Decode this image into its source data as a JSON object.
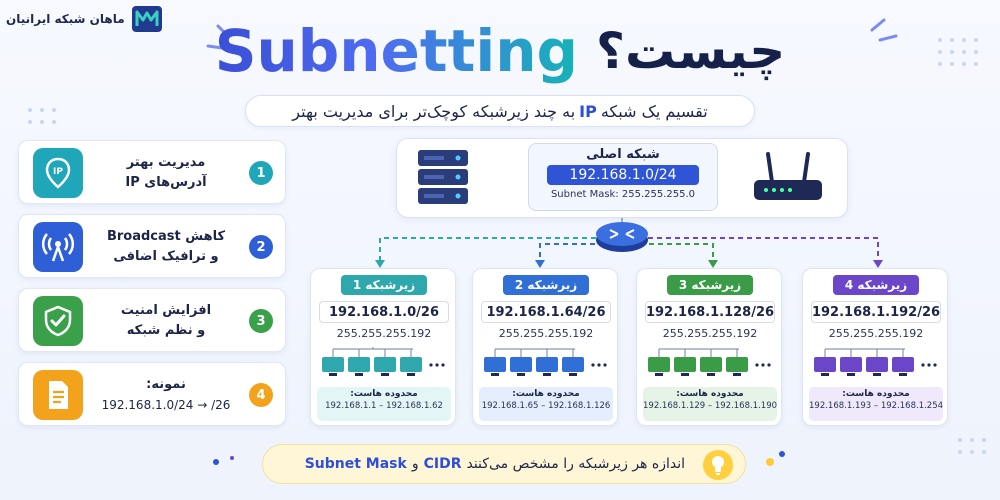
{
  "logo": {
    "text": "ماهان شبکه ایرانیان"
  },
  "title": {
    "en": "Subnetting",
    "fa": "چیست؟"
  },
  "subtitle": {
    "before": "تقسیم یک شبکه",
    "ip": "IP",
    "after": "به چند زیرشبکه کوچک‌تر برای مدیریت بهتر"
  },
  "benefits": [
    {
      "number": "1",
      "line1": "مدیریت بهتر",
      "line2": "آدرس‌های IP",
      "icon": "ip-pin-icon",
      "color": "#1fa6b8"
    },
    {
      "number": "2",
      "line1": "کاهش Broadcast",
      "line2": "و ترافیک اضافی",
      "icon": "broadcast-antenna-icon",
      "color": "#2f5fd6"
    },
    {
      "number": "3",
      "line1": "افزایش امنیت",
      "line2": "و نظم شبکه",
      "icon": "shield-check-icon",
      "color": "#3aa04a"
    },
    {
      "number": "4",
      "line1": "نمونه:",
      "line2": "192.168.1.0/24 → /26",
      "icon": "document-icon",
      "color": "#f2a31b"
    }
  ],
  "main_network": {
    "title": "شبکه اصلی",
    "ip": "192.168.1.0/24",
    "mask": "Subnet Mask: 255.255.255.0"
  },
  "subnets": [
    {
      "label": "زیرشبکه 1",
      "ip": "192.168.1.0/26",
      "mask": "255.255.255.192",
      "range_label": "محدوده هاست:",
      "range": "192.168.1.1 – 192.168.1.62",
      "color": "#2fa8ad",
      "bg": "#e4f5f5"
    },
    {
      "label": "زیرشبکه 2",
      "ip": "192.168.1.64/26",
      "mask": "255.255.255.192",
      "range_label": "محدوده هاست:",
      "range": "192.168.1.65 – 192.168.1.126",
      "color": "#2f6fd6",
      "bg": "#e5eefc"
    },
    {
      "label": "زیرشبکه 3",
      "ip": "192.168.1.128/26",
      "mask": "255.255.255.192",
      "range_label": "محدوده هاست:",
      "range": "192.168.1.129 – 192.168.1.190",
      "color": "#3a9c47",
      "bg": "#e6f4e7"
    },
    {
      "label": "زیرشبکه 4",
      "ip": "192.168.1.192/26",
      "mask": "255.255.255.192",
      "range_label": "محدوده هاست:",
      "range": "192.168.1.193 – 192.168.1.254",
      "color": "#6b46c8",
      "bg": "#efe9fb"
    }
  ],
  "footer": {
    "part1": "Subnet Mask",
    "and": "و",
    "part2": "CIDR",
    "rest": "اندازه هر زیرشبکه را مشخص می‌کنند"
  },
  "colors": {
    "primary": "#2f54d6",
    "dark": "#16214a"
  }
}
